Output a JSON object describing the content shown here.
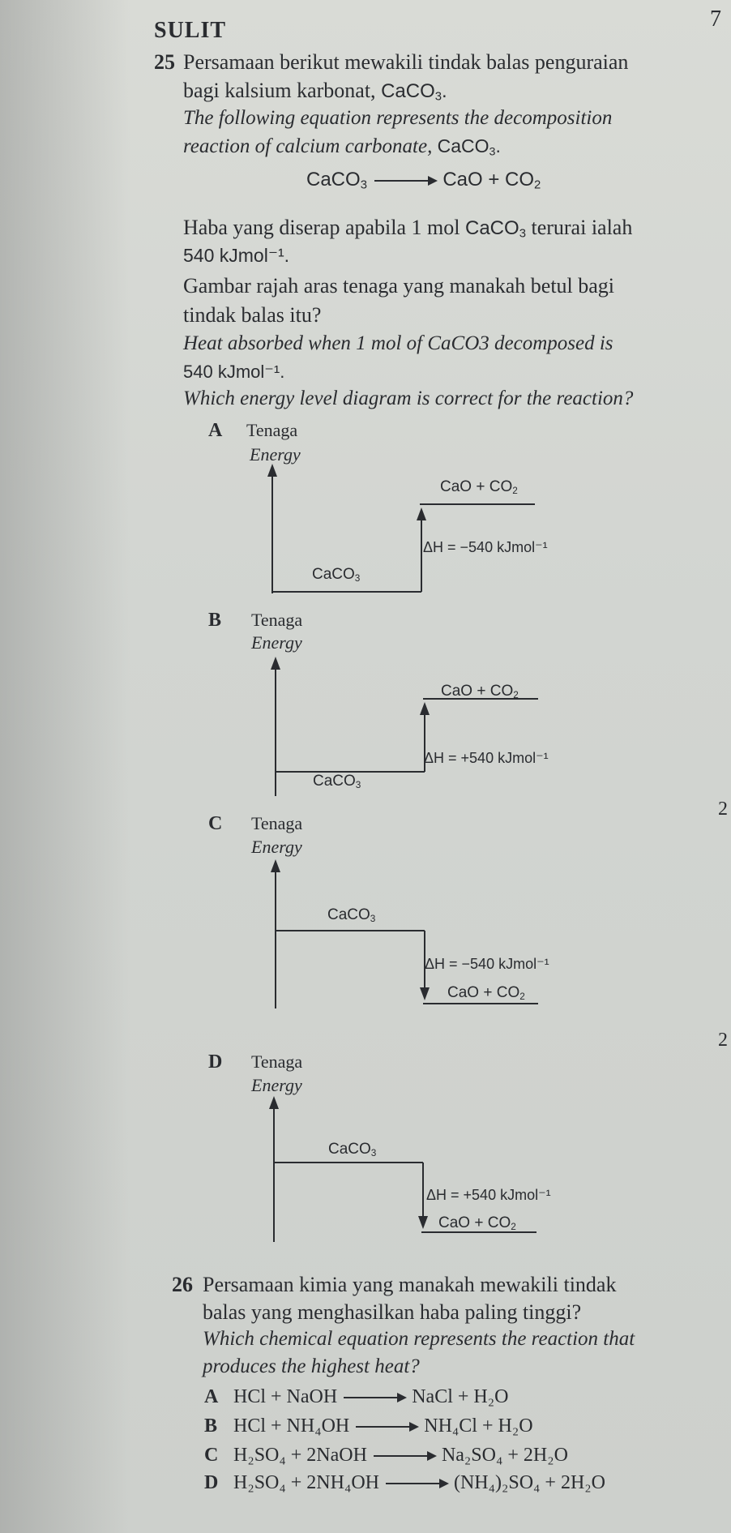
{
  "header": {
    "sulit": "SULIT",
    "page_number": "7"
  },
  "margin_marks": [
    "2",
    "2"
  ],
  "q25": {
    "number": "25",
    "ms_line1": "Persamaan berikut mewakili tindak balas penguraian",
    "ms_line2_prefix": "bagi kalsium karbonat,",
    "en_line1": "The following equation represents the decomposition",
    "en_line2_prefix": "reaction of calcium carbonate,",
    "equation": {
      "reactant": "CaCO3",
      "products": "CaO + CO2"
    },
    "ms_heat_line1_prefix": "Haba yang diserap apabila 1 mol",
    "ms_heat_line1_suffix": "terurai ialah",
    "heat_value": "540 kJmol⁻¹.",
    "ms_question_line1": "Gambar rajah aras tenaga yang manakah betul bagi",
    "ms_question_line2": "tindak balas itu?",
    "en_heat_line1": "Heat absorbed when 1 mol of CaCO3 decomposed is",
    "en_question": "Which energy level diagram is correct for the reaction?",
    "options": [
      {
        "letter": "A",
        "axis_ms": "Tenaga",
        "axis_en": "Energy",
        "upper": "CaO + CO2",
        "lower": "CaCO3",
        "delta_h": "ΔH = −540 kJmol⁻¹"
      },
      {
        "letter": "B",
        "axis_ms": "Tenaga",
        "axis_en": "Energy",
        "upper": "CaO + CO2",
        "lower": "CaCO3",
        "delta_h": "ΔH = +540 kJmol⁻¹"
      },
      {
        "letter": "C",
        "axis_ms": "Tenaga",
        "axis_en": "Energy",
        "upper": "CaCO3",
        "lower": "CaO + CO2",
        "delta_h": "ΔH = −540 kJmol⁻¹"
      },
      {
        "letter": "D",
        "axis_ms": "Tenaga",
        "axis_en": "Energy",
        "upper": "CaCO3",
        "lower": "CaO + CO2",
        "delta_h": "ΔH = +540 kJmol⁻¹"
      }
    ]
  },
  "q26": {
    "number": "26",
    "ms_line1": "Persamaan kimia yang manakah mewakili tindak",
    "ms_line2": "balas yang menghasilkan haba paling tinggi?",
    "en_line1": "Which chemical equation represents the reaction that",
    "en_line2": "produces the highest heat?",
    "options": [
      {
        "letter": "A",
        "lhs": "HCl + NaOH",
        "rhs": "NaCl + H₂O"
      },
      {
        "letter": "B",
        "lhs": "HCl + NH₄OH",
        "rhs": "NH₄Cl + H₂O"
      },
      {
        "letter": "C",
        "lhs": "H₂SO₄ + 2NaOH",
        "rhs": "Na₂SO₄ + 2H₂O"
      },
      {
        "letter": "D",
        "lhs": "H₂SO₄ + 2NH₄OH",
        "rhs": "(NH₄)₂SO₄ + 2H₂O"
      }
    ]
  }
}
